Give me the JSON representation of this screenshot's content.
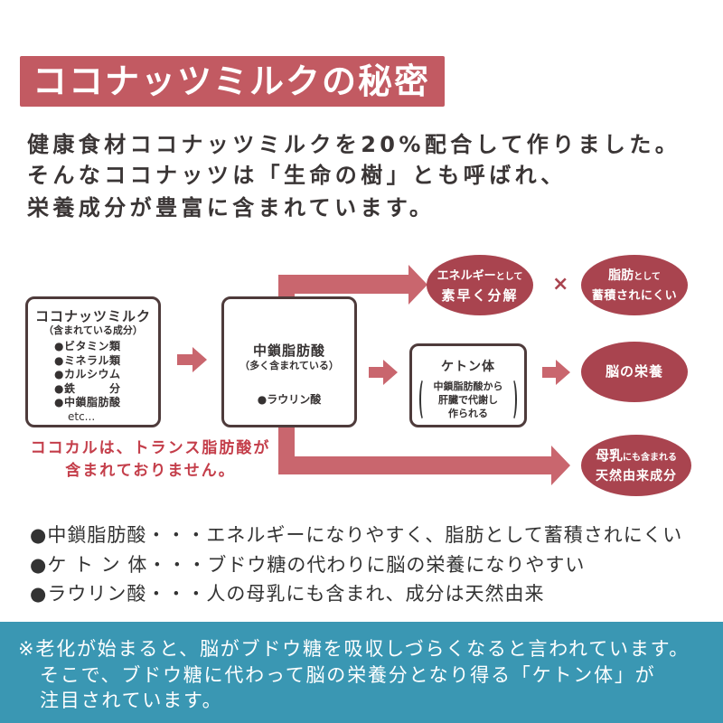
{
  "title": "ココナッツミルクの秘密",
  "intro": {
    "lines": [
      "健康食材ココナッツミルクを20%配合して作りました。",
      "そんなココナッツは「生命の樹」とも呼ばれ、",
      "栄養成分が豊富に含まれています。"
    ]
  },
  "diagram": {
    "coconut_box": {
      "title": "ココナッツミルク",
      "subtitle": "（含まれている成分）",
      "items": [
        "●ビタミン類",
        "●ミネラル類",
        "●カルシウム",
        "●鉄　　　分",
        "●中鎖脂肪酸"
      ],
      "etc": "etc..."
    },
    "notice": [
      "ココカルは、トランス脂肪酸が",
      "含まれておりません。"
    ],
    "mcfa_box": {
      "title": "中鎖脂肪酸",
      "subtitle": "（多く含まれている）",
      "item": "●ラウリン酸"
    },
    "ketone_box": {
      "title": "ケトン体",
      "lines": [
        "中鎖脂肪酸から",
        "肝臓で代謝し",
        "作られる"
      ]
    },
    "results": {
      "energy": {
        "main": "エネルギー",
        "suffix": "として",
        "line2": "素早く分解"
      },
      "times": "×",
      "fat": {
        "main": "脂肪",
        "suffix": "として",
        "line2": "蓄積されにくい"
      },
      "brain": {
        "text": "脳の栄養"
      },
      "milk": {
        "main": "母乳",
        "suffix": "にも含まれる",
        "line2": "天然由来成分"
      }
    }
  },
  "bullets": [
    "●中鎖脂肪酸・・・エネルギーになりやすく、脂肪として蓄積されにくい",
    "●ケ ト ン 体・・・ブドウ糖の代わりに脳の栄養になりやすい",
    "●ラウリン酸・・・人の母乳にも含まれ、成分は天然由来"
  ],
  "note": {
    "lines": [
      "※老化が始まると、脳がブドウ糖を吸収しづらくなると言われています。",
      "そこで、ブドウ糖に代わって脳の栄養分となり得る「ケトン体」が",
      "注目されています。"
    ]
  },
  "colors": {
    "banner": "#c25a62",
    "ellipse": "#a9444f",
    "arrow": "#c9666e",
    "notice": "#c43e4a",
    "band": "#3a97b3",
    "border": "#4e3b3b",
    "text": "#363232"
  }
}
